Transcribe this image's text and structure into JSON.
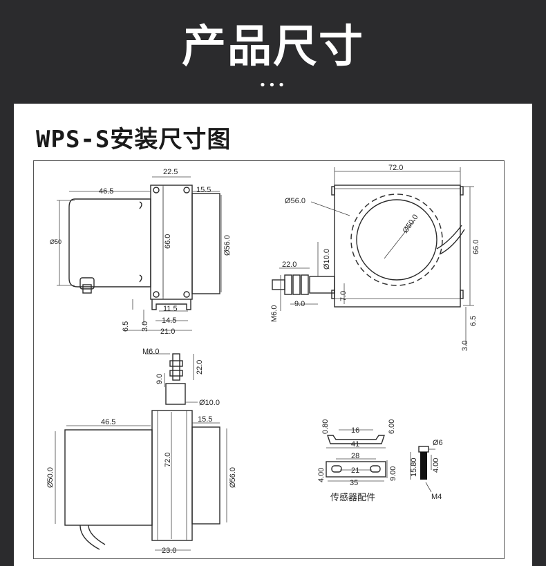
{
  "header": {
    "title": "产品尺寸",
    "dots": "•••"
  },
  "drawing": {
    "title": "WPS-S安装尺寸图",
    "side_view": {
      "dims": [
        "46.5",
        "22.5",
        "15.5",
        "66.0",
        "Ø56.0",
        "Ø50",
        "11.5",
        "14.5",
        "21.0",
        "6.5",
        "3.0"
      ]
    },
    "front_view": {
      "dims": [
        "72.0",
        "Ø56.0",
        "Ø50.0",
        "Ø10.0",
        "22.0",
        "9.0",
        "M6.0",
        "7.0",
        "66.0",
        "6.5",
        "3.0"
      ]
    },
    "top_view": {
      "dims": [
        "M6.0",
        "22.0",
        "9.0",
        "Ø10.0",
        "46.5",
        "15.5",
        "Ø50.0",
        "72.0",
        "Ø56.0",
        "23.0"
      ]
    },
    "accessory": {
      "label": "传感器配件",
      "dims": [
        "0.80",
        "16",
        "6.00",
        "41",
        "28",
        "21",
        "35",
        "4.00",
        "9.00",
        "Ø6",
        "15.80",
        "4.00",
        "M4"
      ]
    }
  }
}
